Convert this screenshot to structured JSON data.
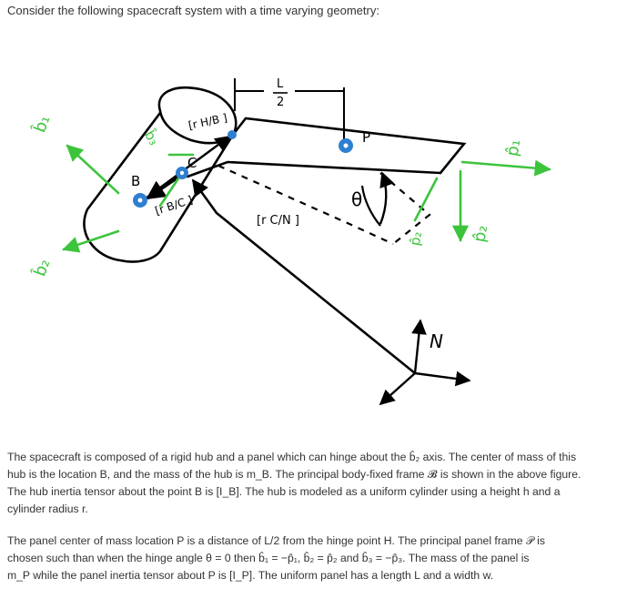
{
  "intro": "Consider the following spacecraft system with a time varying geometry:",
  "figure": {
    "labels": {
      "b1": "b̂₁",
      "b2": "b̂₂",
      "b3": "b̂₃",
      "p1": "p̂₁",
      "p2_dashed": "p̂₂",
      "p2_arrow": "p̂₂",
      "B": "B",
      "C": "C",
      "P": "P",
      "r_HB": "[r H/B ]",
      "r_BC": "[r B/C ]",
      "r_CN": "[r C/N ]",
      "N": "N",
      "L2_num": "L",
      "L2_den": "2",
      "theta": "θ"
    },
    "colors": {
      "ink": "#000000",
      "green": "#3cc43c",
      "blue": "#2f7fd0"
    }
  },
  "para1": [
    "The spacecraft is composed of a rigid hub and a panel which can hinge about the b̂₂ axis. The center of mass of this",
    "hub is the location B, and the mass of the hub is m_B. The principal body-fixed frame 𝓑 is shown in the above figure.",
    "The hub inertia tensor about the point B is [I_B]. The hub is modeled as a uniform cylinder using a height h and a",
    "cylinder radius r."
  ],
  "para2": [
    "The panel center of mass location P is a distance of L/2 from the hinge point H. The principal panel frame 𝒫 is",
    "chosen such than when the hinge angle θ = 0 then b̂₁ = −p̂₁, b̂₂ = p̂₂ and b̂₃ = −p̂₃. The mass of the panel is",
    "m_P while the panel inertia tensor about P is [I_P]. The uniform panel has a length L and a width w."
  ]
}
